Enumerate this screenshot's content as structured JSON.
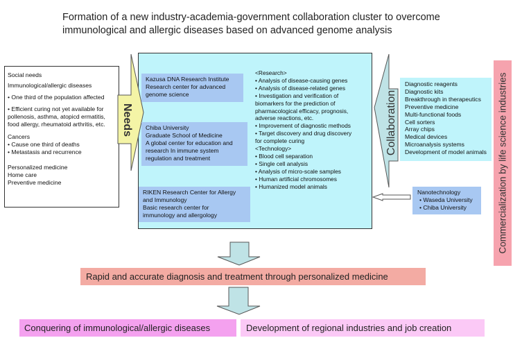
{
  "title": "Formation of a new industry-academia-government collaboration cluster to overcome immunological and allergic diseases based on advanced genome analysis",
  "needs_box": {
    "lines": [
      "Social needs",
      "Immunological/allergic diseases",
      "• One third of the population affected",
      "• Efficient curing not yet available for",
      "pollenosis, asthma, atopicd ermatitis,",
      "food allergy,  rheumatoid arthritis, etc.",
      "Cancers",
      "•  Cause one third of deaths",
      "•  Metastasis and recurrence",
      "Personalized medicine",
      "Home care",
      "Preventive medicine"
    ]
  },
  "needs_arrow_label": "Needs",
  "collaboration_arrow_label": "Collaboration",
  "organizations": [
    {
      "name": "kazusa",
      "text": "Kazusa DNA Research Institute\nResearch center for advanced\ngenome science"
    },
    {
      "name": "chiba",
      "text": "Chiba University\nGraduate School of Medicine\nA global center for education and\nresearch In immune system\nregulation and treatment"
    },
    {
      "name": "riken",
      "text": "RIKEN Research Center for Allergy\nand Immunology\nBasic research center for\nimmunology and allergology"
    }
  ],
  "research": {
    "heading": "<Research>",
    "items": [
      "•  Analysis of disease-causing genes",
      "•  Analysis of disease-related genes",
      "•  Investigation and verification of",
      "     biomarkers for the prediction of",
      "   pharmacological efficacy, prognosis,",
      "   adverse reactions, etc.",
      "•  Improvement of diagnostic methods",
      "•  Target discovery and drug discovery",
      "     for complete curing"
    ],
    "tech_heading": "<Technology>",
    "tech_items": [
      "•  Blood cell separation",
      "•  Single cell analysis",
      "•  Analysis of micro-scale samples",
      "•  Human artificial chromosomes",
      "•  Humanized model animals"
    ]
  },
  "products": [
    "Diagnostic reagents",
    "Diagnostic kits",
    "Breakthrough in therapeutics",
    "Preventive medicine",
    "Multi-functional foods",
    "Cell sorters",
    "Array chips",
    "Medical devices",
    "Microanalysis systems",
    "Development of model animals"
  ],
  "nanotech": {
    "heading": "Nanotechnology",
    "items": [
      "• Waseda University",
      "• Chiba University"
    ]
  },
  "commercialization_label": "Commercialization by life science industries",
  "result_main": "Rapid and accurate diagnosis and treatment through personalized medicine",
  "outcomes": [
    "Conquering of immunological/allergic diseases",
    "Development of regional industries and job creation"
  ],
  "colors": {
    "center_bg": "#bff4fb",
    "org_bg": "#a8c8f2",
    "needs_arrow": "#f4f4a6",
    "collab_arrow": "#bfe3e6",
    "down_arrow": "#bfe3e6",
    "commercialization_bg": "#f6a3ae",
    "result_main_bg": "#f3aba3",
    "outcome1_bg": "#f4a1ef",
    "outcome2_bg": "#fbc9f6"
  }
}
